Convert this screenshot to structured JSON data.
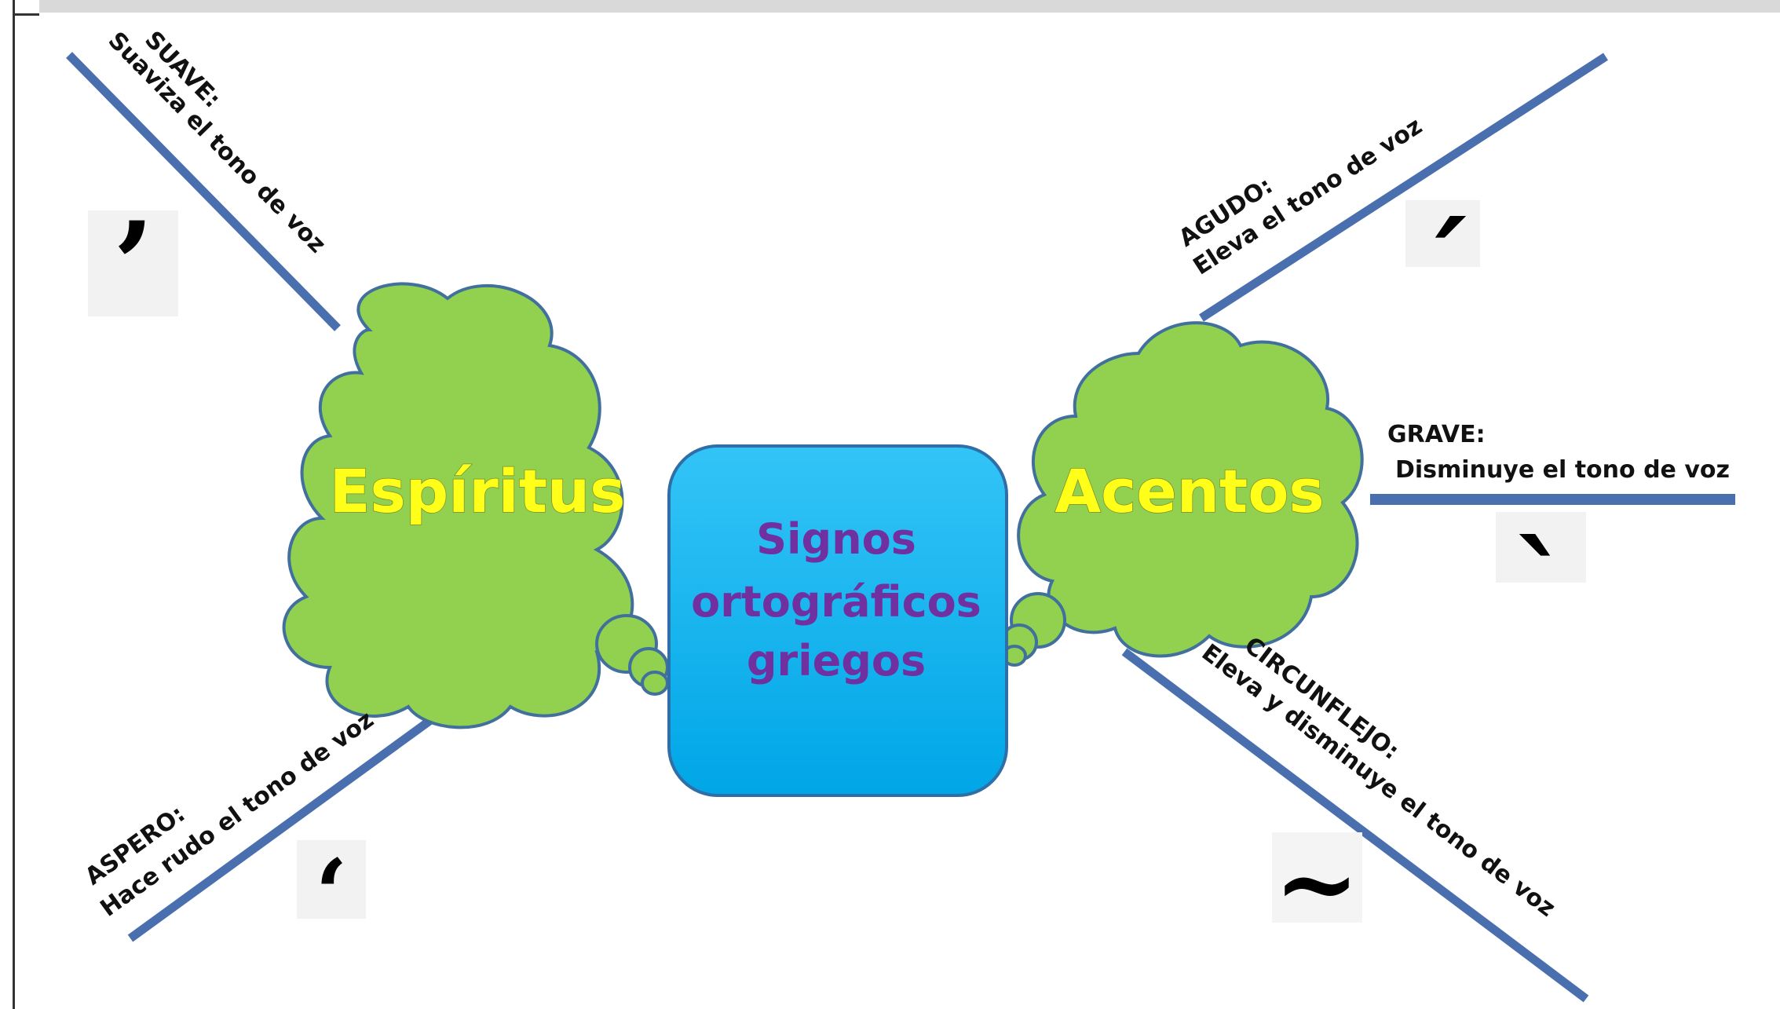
{
  "center": {
    "line1": "Signos",
    "line2": "ortográficos",
    "line3": "griegos"
  },
  "left_cloud": {
    "label": "Espíritus"
  },
  "right_cloud": {
    "label": "Acentos"
  },
  "branches": {
    "suave": {
      "title": "SUAVE:",
      "desc": "Suaviza el tono de voz",
      "glyph": "’"
    },
    "aspero": {
      "title": "ASPERO:",
      "desc": "Hace rudo el tono de voz",
      "glyph": "‘"
    },
    "agudo": {
      "title": "AGUDO:",
      "desc": "Eleva el tono de voz",
      "glyph": "ˊ"
    },
    "grave": {
      "title": "GRAVE:",
      "desc": "Disminuye el tono de voz",
      "glyph": "ˋ"
    },
    "circunflejo": {
      "title": "CIRCUNFLEJO:",
      "desc": "Eleva y disminuye el tono de voz",
      "glyph": "~"
    }
  },
  "colors": {
    "line": "#4a6fae",
    "cloud_fill": "#92d050",
    "cloud_stroke": "#41709c",
    "box_fill": "#00b0f0",
    "box_stroke": "#2f6ea6",
    "center_text": "#7030a0",
    "cloud_text": "#ffff1a"
  }
}
